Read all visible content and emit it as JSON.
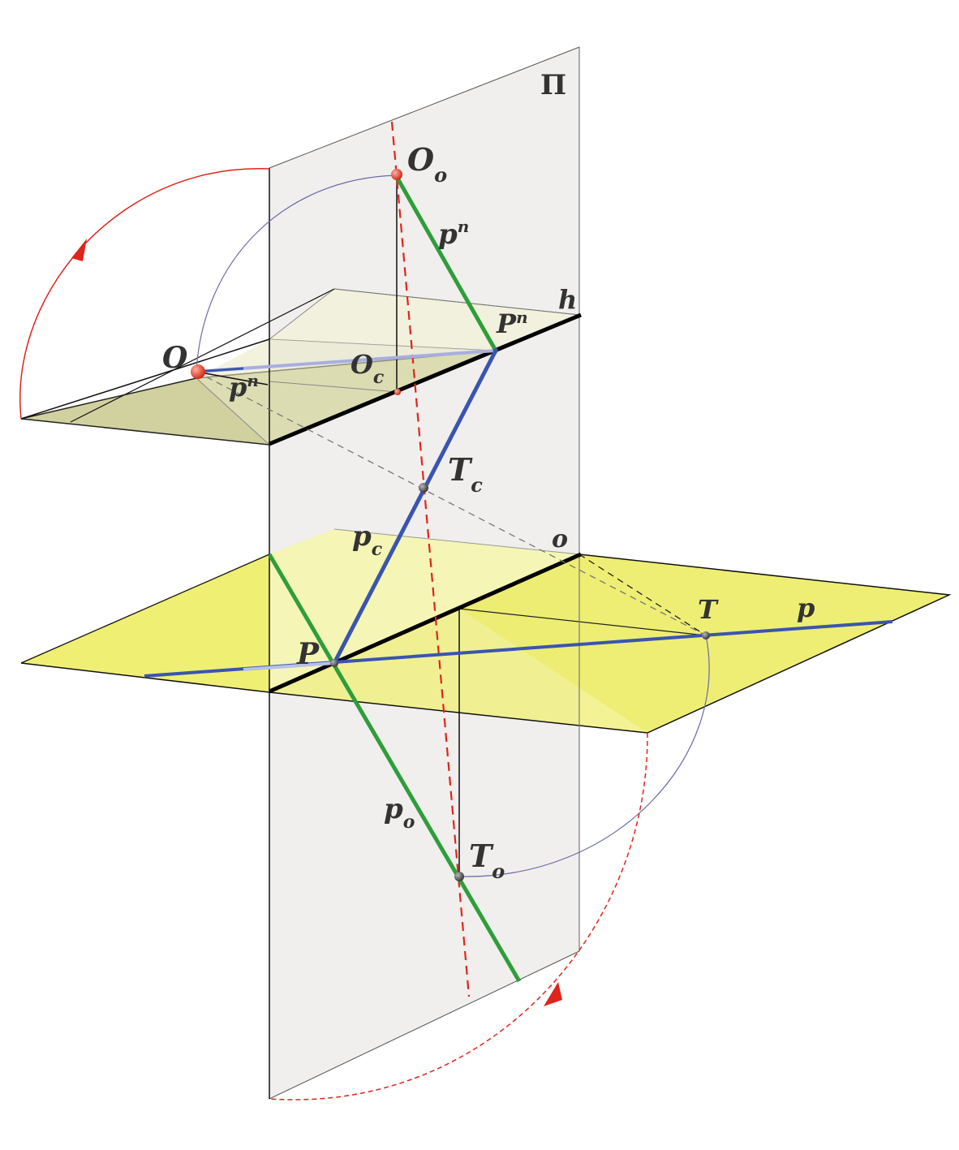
{
  "diagram": {
    "plane_label": "Π",
    "labels": {
      "O_o": {
        "main": "O",
        "sub": "o"
      },
      "p_n_top": {
        "main": "p",
        "sup": "n"
      },
      "h": {
        "main": "h"
      },
      "P_n": {
        "main": "P",
        "sup": "n"
      },
      "O": {
        "main": "O"
      },
      "O_c": {
        "main": "O",
        "sub": "c"
      },
      "p_n_left": {
        "main": "p",
        "sup": "n"
      },
      "T_c": {
        "main": "T",
        "sub": "c"
      },
      "p_c": {
        "main": "p",
        "sub": "c"
      },
      "o": {
        "main": "o"
      },
      "T": {
        "main": "T"
      },
      "p": {
        "main": "p"
      },
      "P": {
        "main": "P"
      },
      "p_o": {
        "main": "p",
        "sub": "o"
      },
      "T_o": {
        "main": "T",
        "sub": "o"
      }
    },
    "colors": {
      "picture_plane": "#efeeec",
      "ground_plane": "#f0f08a",
      "horizon_plane": "#d6d6a4",
      "green_line": "#2e9e3a",
      "blue_line": "#3a55b0",
      "red_arc": "#e0241c",
      "thin_arc": "#6a6aa8",
      "label_text": "#333333"
    }
  }
}
